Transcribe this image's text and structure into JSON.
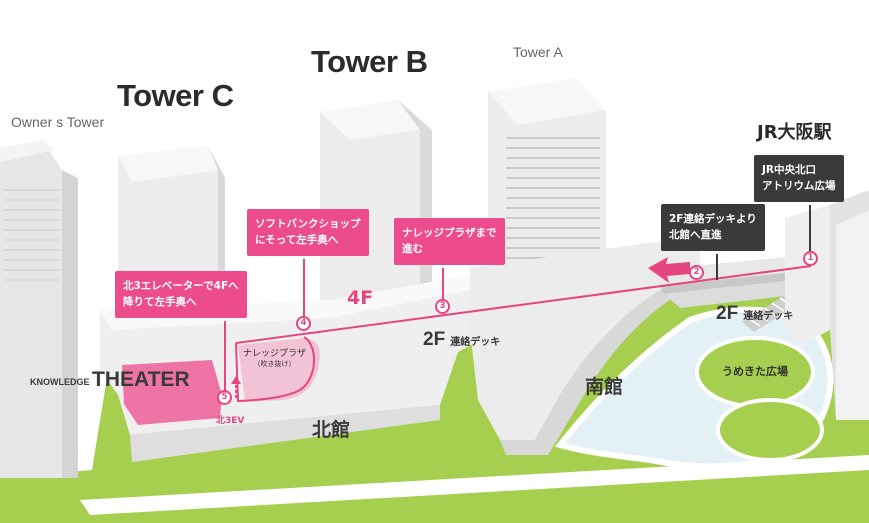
{
  "colors": {
    "accent_pink": "#e5467f",
    "callout_pink": "#ec4c8b",
    "callout_dark": "#3a3a3a",
    "lawn_green": "#a6cf4f",
    "water_blue": "#e3f0f5",
    "building_white": "#f3f3f3",
    "building_shade": "#dcdcdc"
  },
  "towers": {
    "owners": "Owner s Tower",
    "c": "Tower C",
    "b": "Tower B",
    "a": "Tower A"
  },
  "station": "JR大阪駅",
  "buildings": {
    "north": "北館",
    "south": "南館"
  },
  "floor_marker": "4F",
  "deck": {
    "main_floor": "2F",
    "main_label": "連絡デッキ",
    "right_floor": "2F",
    "right_label": "連絡デッキ"
  },
  "theater": {
    "prefix": "KNOWLEDGE",
    "name": "THEATER"
  },
  "knowledge_plaza": {
    "name": "ナレッジプラザ",
    "sub": "（吹き抜け）"
  },
  "elevator_label": "北3EV",
  "park_label": "うめきた広場",
  "callouts": {
    "jr_exit": [
      "JR中央北口",
      "アトリウム広場"
    ],
    "deck_direct": [
      "2F連絡デッキより",
      "北館へ直進"
    ],
    "plaza": [
      "ナレッジプラザまで",
      "進む"
    ],
    "softbank": [
      "ソフトバンクショップ",
      "にそって左手奥へ"
    ],
    "elevator": [
      "北3エレベーターで4Fへ",
      "降りて左手奥へ"
    ]
  },
  "steps": [
    "1",
    "2",
    "3",
    "4",
    "5"
  ],
  "icons": {
    "direction": "left-arrow-icon",
    "escalator": "escalator-icon"
  }
}
